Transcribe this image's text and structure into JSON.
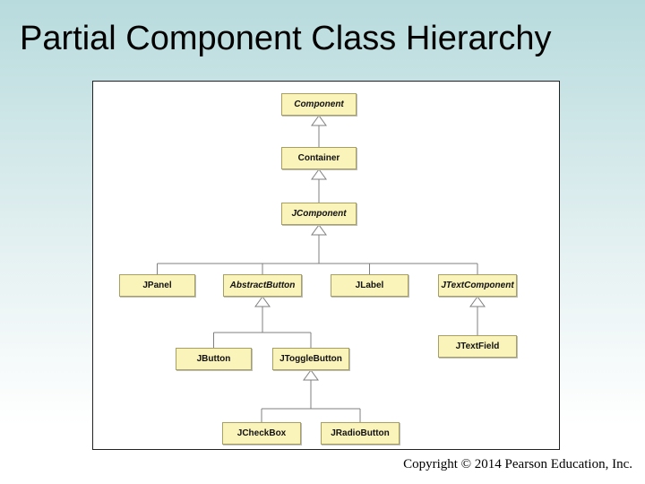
{
  "slide": {
    "title": "Partial Component Class Hierarchy",
    "copyright": "Copyright © 2014 Pearson Education, Inc."
  },
  "diagram": {
    "nodes": [
      {
        "id": "Component",
        "label": "Component",
        "abstract": true
      },
      {
        "id": "Container",
        "label": "Container",
        "abstract": false
      },
      {
        "id": "JComponent",
        "label": "JComponent",
        "abstract": true
      },
      {
        "id": "JPanel",
        "label": "JPanel",
        "abstract": false
      },
      {
        "id": "AbstractButton",
        "label": "AbstractButton",
        "abstract": true
      },
      {
        "id": "JLabel",
        "label": "JLabel",
        "abstract": false
      },
      {
        "id": "JTextComponent",
        "label": "JTextComponent",
        "abstract": true
      },
      {
        "id": "JButton",
        "label": "JButton",
        "abstract": false
      },
      {
        "id": "JToggleButton",
        "label": "JToggleButton",
        "abstract": false
      },
      {
        "id": "JTextField",
        "label": "JTextField",
        "abstract": false
      },
      {
        "id": "JCheckBox",
        "label": "JCheckBox",
        "abstract": false
      },
      {
        "id": "JRadioButton",
        "label": "JRadioButton",
        "abstract": false
      }
    ],
    "edges": [
      {
        "parent": "Component",
        "children": [
          "Container"
        ]
      },
      {
        "parent": "Container",
        "children": [
          "JComponent"
        ]
      },
      {
        "parent": "JComponent",
        "children": [
          "JPanel",
          "AbstractButton",
          "JLabel",
          "JTextComponent"
        ]
      },
      {
        "parent": "AbstractButton",
        "children": [
          "JButton",
          "JToggleButton"
        ]
      },
      {
        "parent": "JToggleButton",
        "children": [
          "JCheckBox",
          "JRadioButton"
        ]
      },
      {
        "parent": "JTextComponent",
        "children": [
          "JTextField"
        ]
      }
    ]
  },
  "colors": {
    "background_top": "#b8dbdd",
    "background_bottom": "#ffffff",
    "box_fill": "#faf3ba",
    "box_border": "#a89f63",
    "connector": "#7f7f7f",
    "panel_border": "#222222",
    "title_text": "#000000"
  }
}
